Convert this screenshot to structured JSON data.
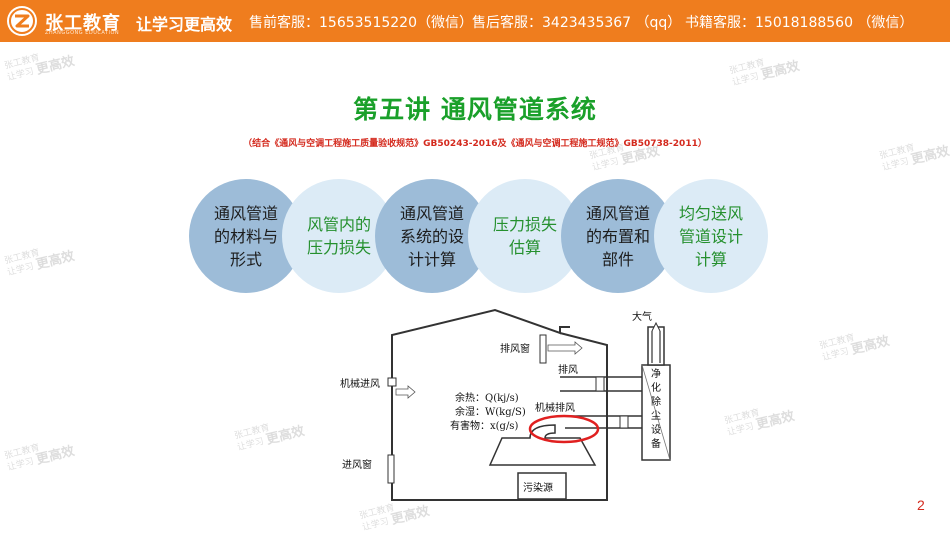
{
  "header": {
    "brand": "张工教育",
    "slogan": "让学习更高效",
    "contacts": [
      "售前客服：15653515220（微信）",
      "售后客服：3423435367 （qq）",
      "书籍客服：15018188560  （微信）"
    ],
    "bar_color": "#ef7d1e"
  },
  "watermark": {
    "line1": "张工教育",
    "line2": "让学习",
    "line3": "更高效"
  },
  "slide": {
    "title": "第五讲   通风管道系统",
    "subtitle": "（结合《通风与空调工程施工质量验收规范》GB50243-2016及《通风与空调工程施工规范》GB50738-2011）",
    "page_number": "2",
    "topics": [
      {
        "label": "通风管道的材料与形式",
        "style": "blue"
      },
      {
        "label": "风管内的压力损失",
        "style": "light"
      },
      {
        "label": "通风管道系统的设计计算",
        "style": "blue"
      },
      {
        "label": "压力损失估算",
        "style": "light"
      },
      {
        "label": "通风管道的布置和部件",
        "style": "blue"
      },
      {
        "label": "均匀送风管道设计计算",
        "style": "light"
      }
    ]
  },
  "diagram": {
    "atmosphere": "大气",
    "exhaust_window": "排风窗",
    "mechanical_inlet": "机械进风",
    "mechanical_exhaust": "机械排风",
    "inlet_window": "进风窗",
    "pollution_source": "污染源",
    "waste_heat": "余热：Q(kj/s)",
    "waste_humidity": "余湿：W(kg/S)",
    "harmful": "有害物：x(g/s)",
    "purifier_chars": [
      "净",
      "化",
      "除",
      "尘",
      "设",
      "备"
    ]
  }
}
